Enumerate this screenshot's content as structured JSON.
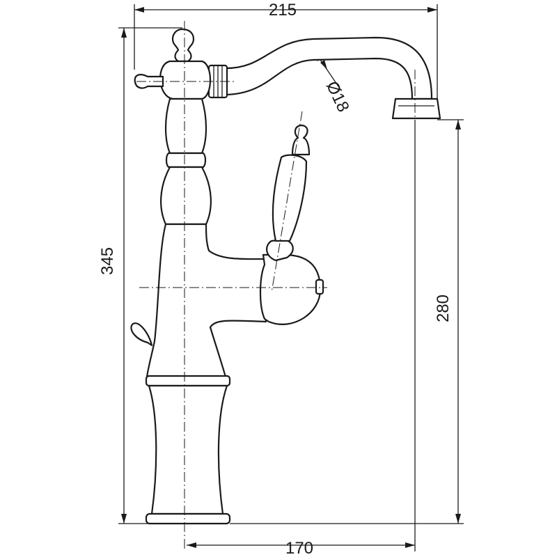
{
  "drawing": {
    "dimensions": {
      "total_width": "215",
      "total_height": "345",
      "spout_height": "280",
      "spout_reach": "170",
      "spout_diameter": "Ø18"
    },
    "line_color": "#1a1a1a",
    "background": "#ffffff"
  }
}
